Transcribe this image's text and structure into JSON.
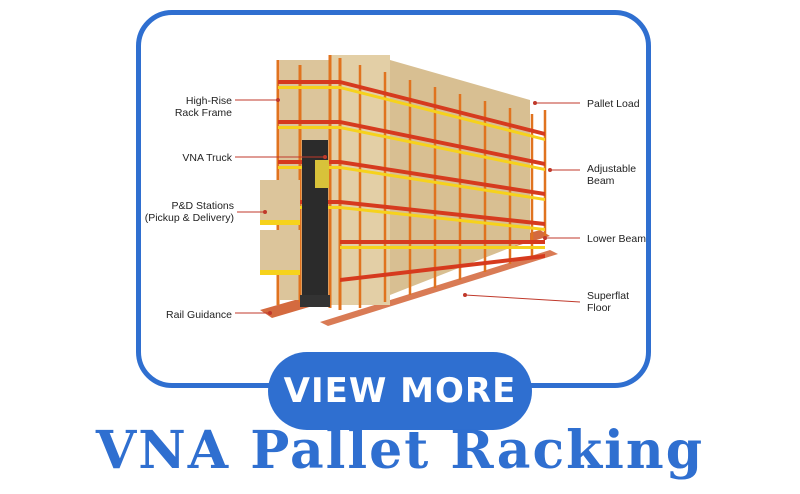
{
  "diagram": {
    "labels": {
      "high_rise_rack_frame": "High-Rise\nRack Frame",
      "vna_truck": "VNA Truck",
      "pd_stations": "P&D Stations\n(Pickup & Delivery)",
      "rail_guidance": "Rail Guidance",
      "pallet_load": "Pallet Load",
      "adjustable_beam": "Adjustable\nBeam",
      "lower_beam": "Lower Beam",
      "superflat_floor": "Superflat\nFloor"
    },
    "colors": {
      "upright": "#e0731f",
      "beam_red": "#d63a1e",
      "beam_yellow": "#f6d21c",
      "box": "#dcc59b",
      "leader": "#c0392b",
      "frame_blue": "#2f6fd0"
    }
  },
  "button": {
    "label": "VIEW MORE"
  },
  "title": "VNA Pallet Racking"
}
